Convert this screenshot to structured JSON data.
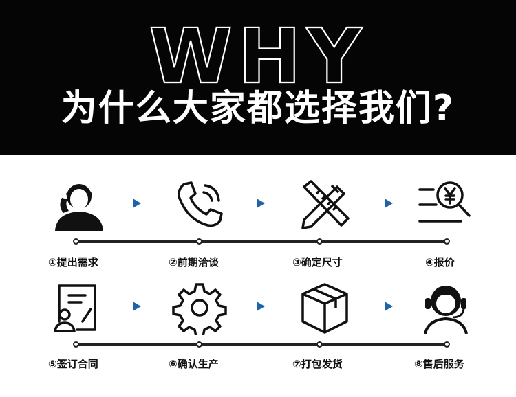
{
  "header": {
    "title": "WHY",
    "subtitle": "为什么大家都选择我们?"
  },
  "steps": [
    {
      "label": "①提出需求",
      "icon": "customer-service-person-icon"
    },
    {
      "label": "②前期洽谈",
      "icon": "phone-call-icon"
    },
    {
      "label": "③确定尺寸",
      "icon": "pencil-ruler-icon"
    },
    {
      "label": "④报价",
      "icon": "yen-search-quote-icon"
    },
    {
      "label": "⑤签订合同",
      "icon": "contract-signing-icon"
    },
    {
      "label": "⑥确认生产",
      "icon": "gear-production-icon"
    },
    {
      "label": "⑦打包发货",
      "icon": "package-box-icon"
    },
    {
      "label": "⑧售后服务",
      "icon": "headset-support-icon"
    }
  ],
  "colors": {
    "hero_background": "#050505",
    "arrow": "#1f63a8",
    "line": "#222222"
  }
}
